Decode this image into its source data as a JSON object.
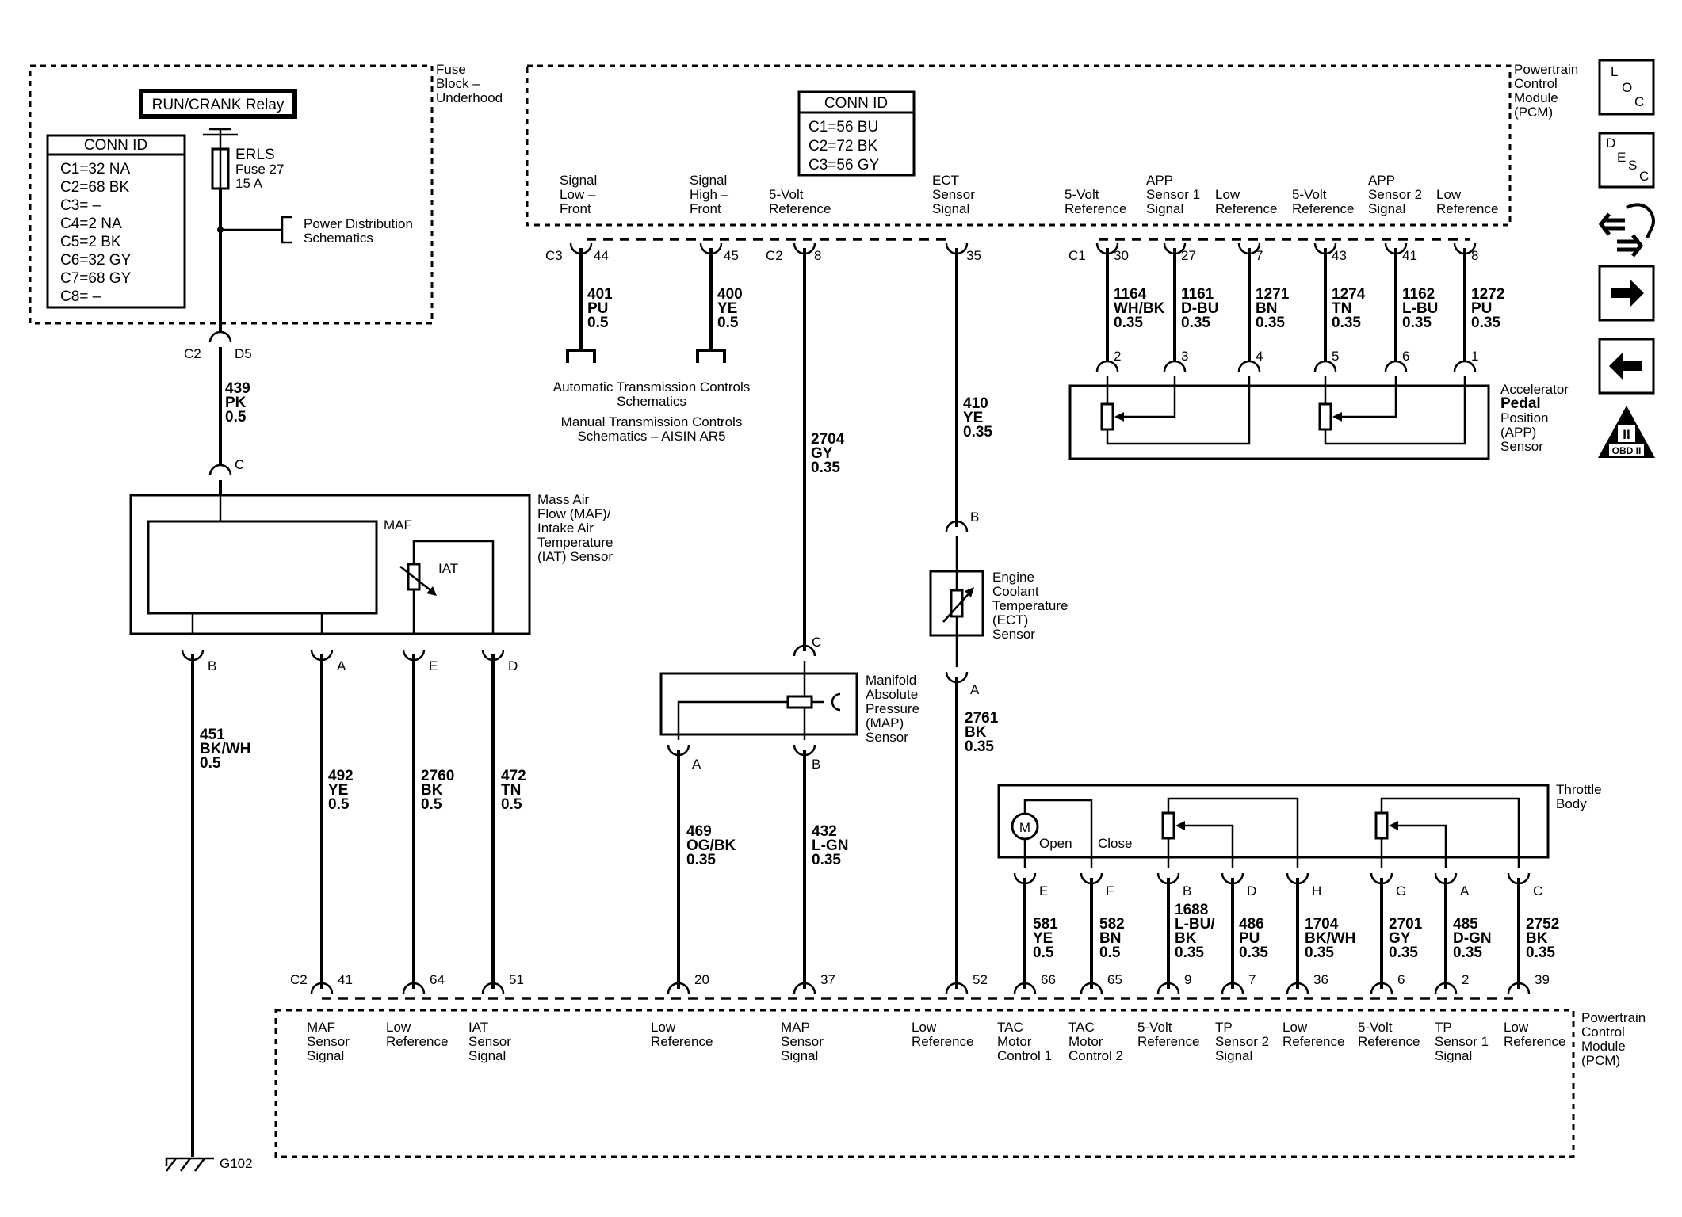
{
  "fuse_block": {
    "title": [
      "Fuse",
      "Block –",
      "Underhood"
    ],
    "relay": "RUN/CRANK Relay",
    "conn_id_title": "CONN ID",
    "conn_id": [
      "C1=32 NA",
      "C2=68 BK",
      "C3= –",
      "C4=2 NA",
      "C5=2 BK",
      "C6=32 GY",
      "C7=68 GY",
      "C8= –"
    ],
    "fuse": [
      "ERLS",
      "Fuse 27",
      "15 A"
    ],
    "power_dist": [
      "Power Distribution",
      "Schematics"
    ],
    "out_connector": "C2",
    "out_pin": "D5"
  },
  "pcm_top": {
    "title": [
      "Powertrain",
      "Control",
      "Module",
      "(PCM)"
    ],
    "conn_id_title": "CONN ID",
    "conn_id": [
      "C1=56 BU",
      "C2=72 BK",
      "C3=56 GY"
    ],
    "terminals": [
      {
        "label": [
          "Signal",
          "Low –",
          "Front"
        ],
        "conn": "C3",
        "pin": "44",
        "wire": [
          "401",
          "PU",
          "0.5"
        ]
      },
      {
        "label": [
          "Signal",
          "High –",
          "Front"
        ],
        "conn": "",
        "pin": "45",
        "wire": [
          "400",
          "YE",
          "0.5"
        ]
      },
      {
        "label": [
          "5-Volt",
          "Reference"
        ],
        "conn": "C2",
        "pin": "8",
        "wire": [
          "2704",
          "GY",
          "0.35"
        ]
      },
      {
        "label": [
          "ECT",
          "Sensor",
          "Signal"
        ],
        "conn": "",
        "pin": "35",
        "wire": [
          "410",
          "YE",
          "0.35"
        ]
      },
      {
        "label": [
          "5-Volt",
          "Reference"
        ],
        "conn": "C1",
        "pin": "30",
        "wire": [
          "1164",
          "WH/BK",
          "0.35"
        ],
        "sensor_pin": "2"
      },
      {
        "label": [
          "APP",
          "Sensor 1",
          "Signal"
        ],
        "conn": "",
        "pin": "27",
        "wire": [
          "1161",
          "D-BU",
          "0.35"
        ],
        "sensor_pin": "3"
      },
      {
        "label": [
          "Low",
          "Reference"
        ],
        "conn": "",
        "pin": "7",
        "wire": [
          "1271",
          "BN",
          "0.35"
        ],
        "sensor_pin": "4"
      },
      {
        "label": [
          "5-Volt",
          "Reference"
        ],
        "conn": "",
        "pin": "43",
        "wire": [
          "1274",
          "TN",
          "0.35"
        ],
        "sensor_pin": "5"
      },
      {
        "label": [
          "APP",
          "Sensor 2",
          "Signal"
        ],
        "conn": "",
        "pin": "41",
        "wire": [
          "1162",
          "L-BU",
          "0.35"
        ],
        "sensor_pin": "6"
      },
      {
        "label": [
          "Low",
          "Reference"
        ],
        "conn": "",
        "pin": "8",
        "wire": [
          "1272",
          "PU",
          "0.35"
        ],
        "sensor_pin": "1"
      }
    ]
  },
  "trans_refs": [
    "Automatic Transmission Controls",
    "Schematics",
    "Manual Transmission Controls",
    "Schematics – AISIN AR5"
  ],
  "app_sensor": [
    "Accelerator",
    "Pedal",
    "Position",
    "(APP)",
    "Sensor"
  ],
  "maf_wire_in": {
    "pin": "C",
    "wire": [
      "439",
      "PK",
      "0.5"
    ]
  },
  "maf_sensor": {
    "title": [
      "Mass Air",
      "Flow (MAF)/",
      "Intake Air",
      "Temperature",
      "(IAT) Sensor"
    ],
    "maf": "MAF",
    "iat": "IAT",
    "pins": [
      "B",
      "A",
      "E",
      "D"
    ]
  },
  "maf_wires": [
    {
      "wire": [
        "451",
        "BK/WH",
        "0.5"
      ]
    },
    {
      "wire": [
        "492",
        "YE",
        "0.5"
      ]
    },
    {
      "wire": [
        "2760",
        "BK",
        "0.5"
      ]
    },
    {
      "wire": [
        "472",
        "TN",
        "0.5"
      ]
    }
  ],
  "ground": "G102",
  "map_sensor": {
    "title": [
      "Manifold",
      "Absolute",
      "Pressure",
      "(MAP)",
      "Sensor"
    ],
    "pin_in": "C",
    "pins": [
      "A",
      "B"
    ],
    "wires": [
      [
        "469",
        "OG/BK",
        "0.35"
      ],
      [
        "432",
        "L-GN",
        "0.35"
      ]
    ]
  },
  "ect_sensor": {
    "title": [
      "Engine",
      "Coolant",
      "Temperature",
      "(ECT)",
      "Sensor"
    ],
    "pins": [
      "B",
      "A"
    ],
    "wire_out": [
      "2761",
      "BK",
      "0.35"
    ]
  },
  "throttle_body": {
    "title": [
      "Throttle",
      "Body"
    ],
    "motor": "M",
    "open": "Open",
    "close": "Close",
    "pins": [
      "E",
      "F",
      "B",
      "D",
      "H",
      "G",
      "A",
      "C"
    ],
    "wires": [
      [
        "581",
        "YE",
        "0.5"
      ],
      [
        "582",
        "BN",
        "0.5"
      ],
      [
        "1688",
        "L-BU/",
        "BK",
        "0.35"
      ],
      [
        "486",
        "PU",
        "0.35"
      ],
      [
        "1704",
        "BK/WH",
        "0.35"
      ],
      [
        "2701",
        "GY",
        "0.35"
      ],
      [
        "485",
        "D-GN",
        "0.35"
      ],
      [
        "2752",
        "BK",
        "0.35"
      ]
    ]
  },
  "pcm_bottom": {
    "title": [
      "Powertrain",
      "Control",
      "Module",
      "(PCM)"
    ],
    "conn": "C2",
    "terminals": [
      {
        "pin": "41",
        "label": [
          "MAF",
          "Sensor",
          "Signal"
        ]
      },
      {
        "pin": "64",
        "label": [
          "Low",
          "Reference"
        ]
      },
      {
        "pin": "51",
        "label": [
          "IAT",
          "Sensor",
          "Signal"
        ]
      },
      {
        "pin": "20",
        "label": [
          "Low",
          "Reference"
        ]
      },
      {
        "pin": "37",
        "label": [
          "MAP",
          "Sensor",
          "Signal"
        ]
      },
      {
        "pin": "52",
        "label": [
          "Low",
          "Reference"
        ]
      },
      {
        "pin": "66",
        "label": [
          "TAC",
          "Motor",
          "Control 1"
        ]
      },
      {
        "pin": "65",
        "label": [
          "TAC",
          "Motor",
          "Control 2"
        ]
      },
      {
        "pin": "9",
        "label": [
          "5-Volt",
          "Reference"
        ]
      },
      {
        "pin": "7",
        "label": [
          "TP",
          "Sensor 2",
          "Signal"
        ]
      },
      {
        "pin": "36",
        "label": [
          "Low",
          "Reference"
        ]
      },
      {
        "pin": "6",
        "label": [
          "5-Volt",
          "Reference"
        ]
      },
      {
        "pin": "2",
        "label": [
          "TP",
          "Sensor 1",
          "Signal"
        ]
      },
      {
        "pin": "39",
        "label": [
          "Low",
          "Reference"
        ]
      }
    ]
  },
  "side_icons": {
    "loc": [
      "L",
      "O",
      "C"
    ],
    "desc": [
      "D",
      "E",
      "S",
      "C"
    ],
    "obd": "OBD II",
    "obd_roman": "II"
  }
}
